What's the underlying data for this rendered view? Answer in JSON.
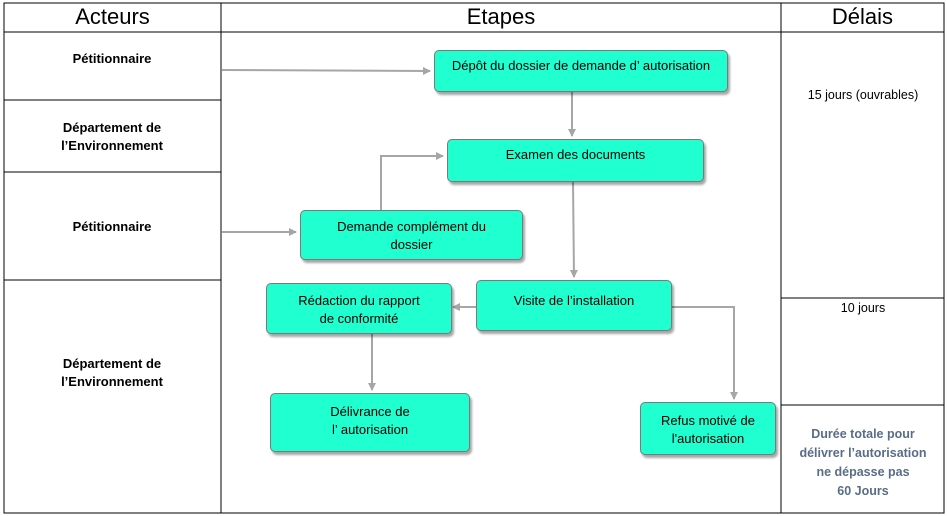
{
  "headers": {
    "actors": "Acteurs",
    "steps": "Etapes",
    "delays": "Délais"
  },
  "actors": [
    "Pétitionnaire",
    "Département de\nl’Environnement",
    "Pétitionnaire",
    "Département de\nl’Environnement"
  ],
  "steps": {
    "depot": "Dépôt du dossier de demande d’ autorisation",
    "examen": "Examen des documents",
    "complement": "Demande complément du\ndossier",
    "visite": "Visite de l’installation",
    "redaction": "Rédaction du rapport\nde conformité",
    "delivrance": "Délivrance de\nl’ autorisation",
    "refus": "Refus motivé de\nl'autorisation"
  },
  "delays": {
    "first": "15 jours (ouvrables)",
    "second": "10 jours",
    "total": "Durée totale pour\ndélivrer l’autorisation\nne dépasse pas\n60 Jours"
  },
  "colors": {
    "box_fill": "#1fffd0",
    "arrow": "#a6a6a6",
    "total_text": "#596d86"
  }
}
